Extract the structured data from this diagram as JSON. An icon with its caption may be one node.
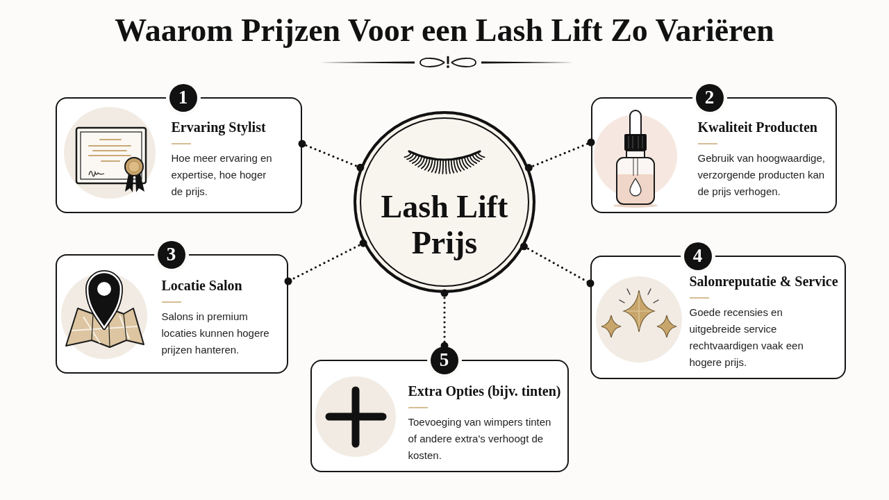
{
  "diagram": {
    "title": "Waarom Prijzen Voor een Lash Lift Zo Variëren",
    "nodes": [
      {
        "text": [
          "Lash Lift Prijs"
        ]
      },
      {
        "text": [
          "1",
          "Ervaring Stylist",
          "Hoe meer ervaring en expertise, hoe hoger de prijs."
        ]
      },
      {
        "text": [
          "2",
          "Kwaliteit Producten",
          "Gebruik van hoogwaardige, verzorgende producten kan de prijs verhogen."
        ]
      },
      {
        "text": [
          "3",
          "Locatie Salon",
          "Salons in premium locaties kunnen hogere prijzen hanteren."
        ]
      },
      {
        "text": [
          "4",
          "Salonreputatie & Service",
          "Goede recensies en uitgebreide service rechtvaardigen vaak een hogere prijs."
        ]
      },
      {
        "text": [
          "5",
          "Extra Opties (bijv. tinten)",
          "Toevoeging van wimpers tinten of andere extra's verhoogt de kosten."
        ]
      }
    ],
    "edges": [
      {
        "from": 0,
        "to": 1,
        "arrow": "other",
        "style": "dashed"
      },
      {
        "from": 0,
        "to": 2,
        "arrow": "other",
        "style": "dashed"
      },
      {
        "from": 0,
        "to": 3,
        "arrow": "other",
        "style": "dashed"
      },
      {
        "from": 0,
        "to": 4,
        "arrow": "other",
        "style": "dashed"
      },
      {
        "from": 0,
        "to": 5,
        "arrow": "other",
        "style": "dashed"
      }
    ]
  }
}
